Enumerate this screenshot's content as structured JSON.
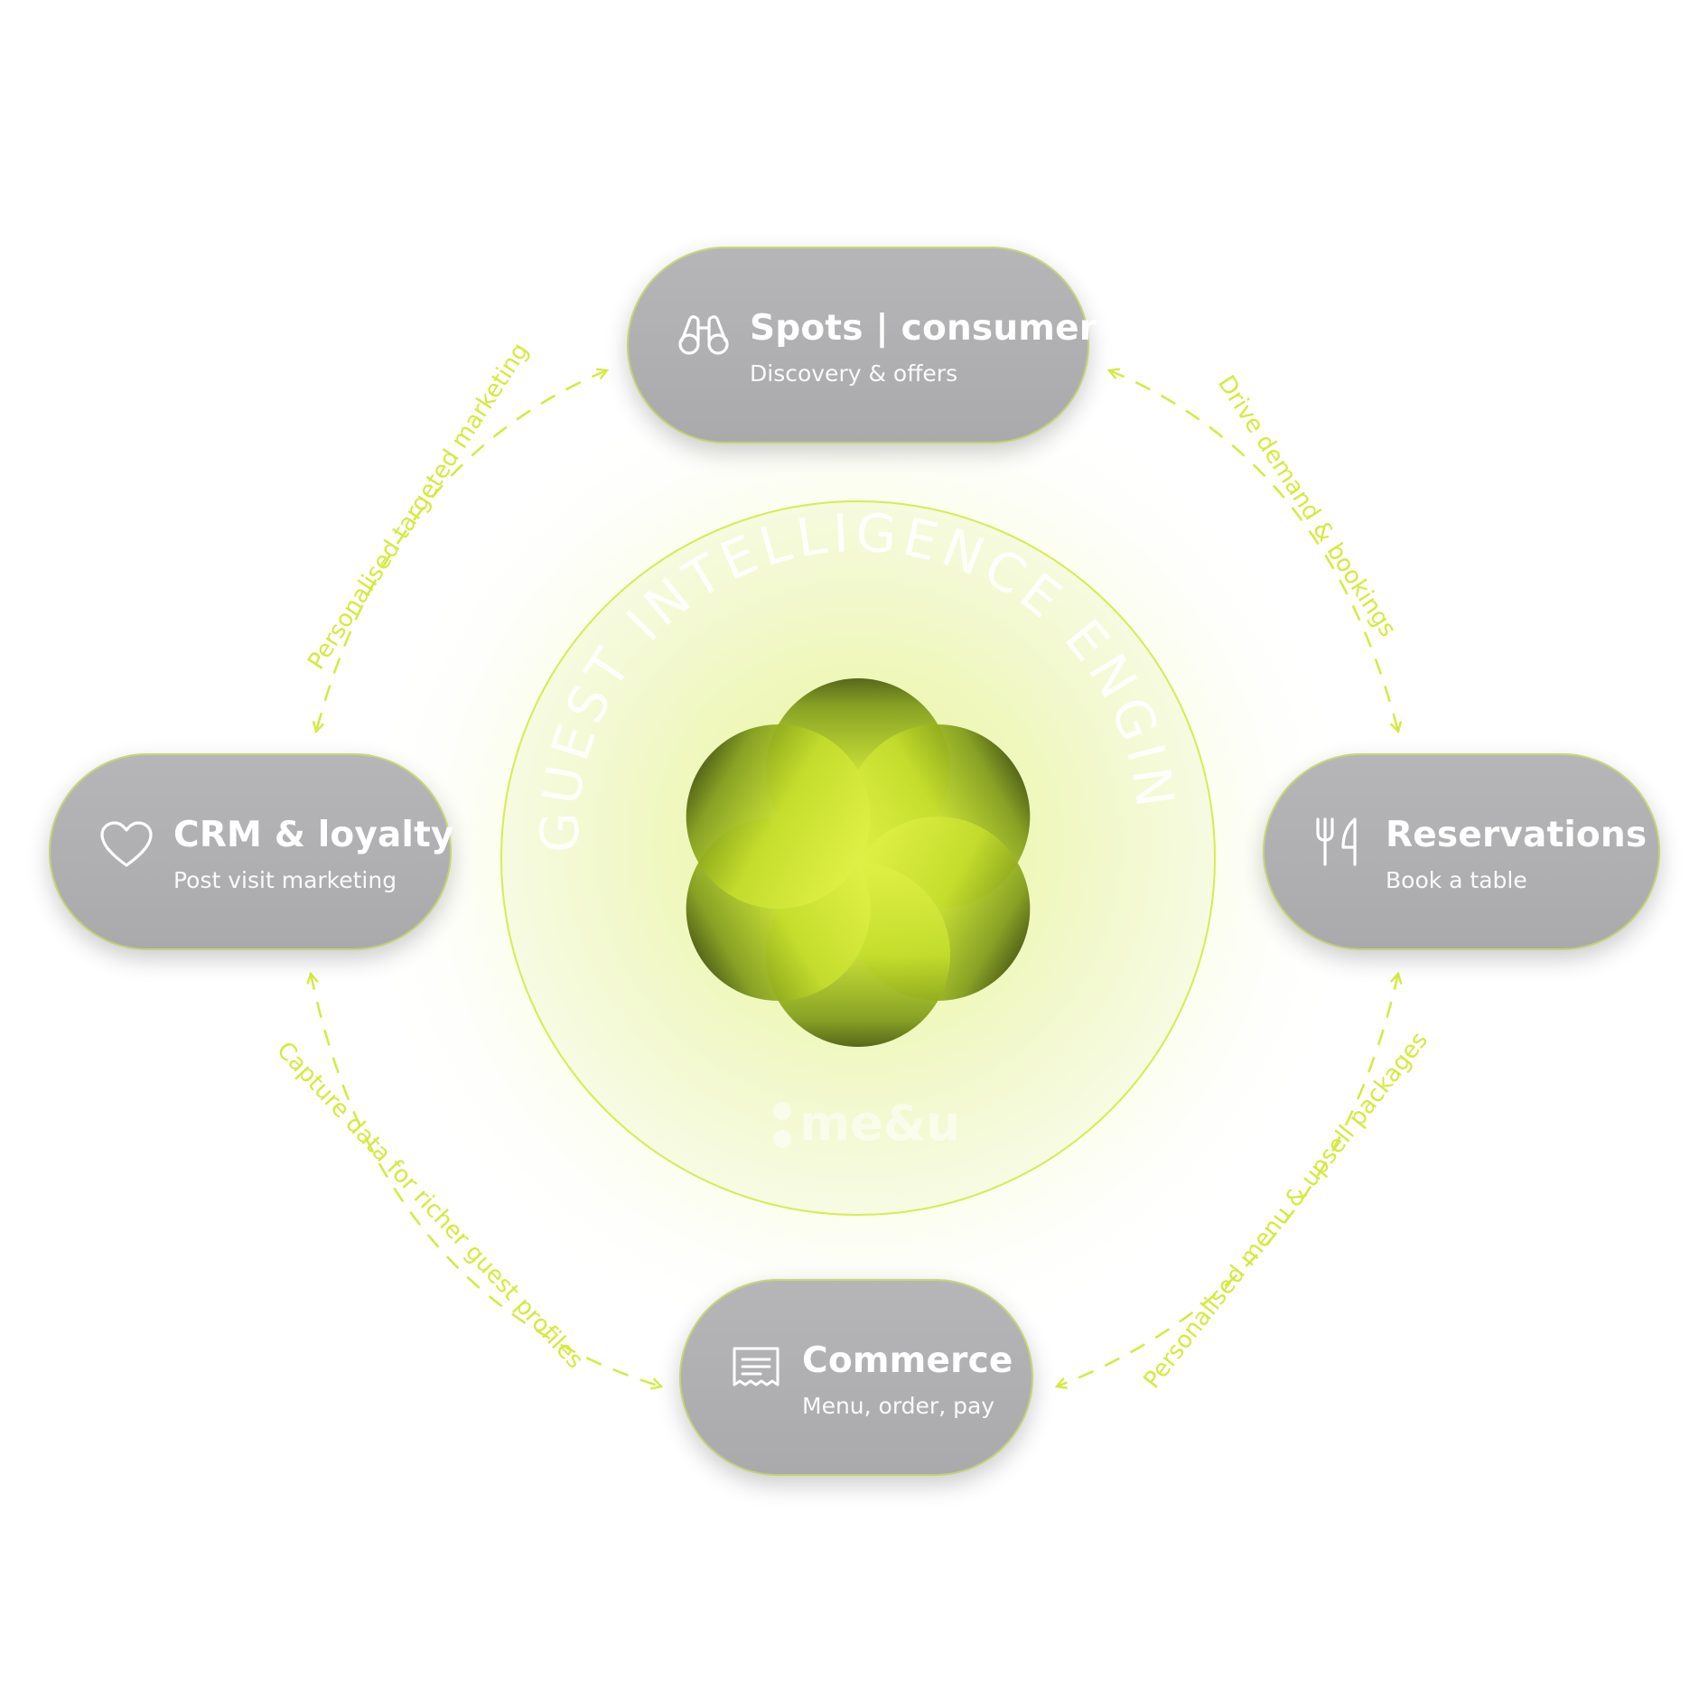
{
  "engine": {
    "ring_text": "GUEST INTELLIGENCE ENGINE",
    "logo_text": "me&u"
  },
  "cards": {
    "spots": {
      "title": "Spots | consumer",
      "subtitle": "Discovery & offers",
      "icon": "binoculars-icon"
    },
    "crm": {
      "title": "CRM & loyalty",
      "subtitle": "Post visit marketing",
      "icon": "heart-icon"
    },
    "reservations": {
      "title": "Reservations",
      "subtitle": "Book a table",
      "icon": "fork-knife-icon"
    },
    "commerce": {
      "title": "Commerce",
      "subtitle": "Menu, order, pay",
      "icon": "receipt-icon"
    }
  },
  "flows": {
    "top_left": "Personalised targeted marketing",
    "top_right": "Drive demand & bookings",
    "bottom_left": "Capture data for richer guest profiles",
    "bottom_right": "Personalised menu & upsell packages"
  },
  "colors": {
    "accent": "#d4ea3e",
    "card": "#b0b0b2",
    "text_on_card": "#ffffff"
  }
}
